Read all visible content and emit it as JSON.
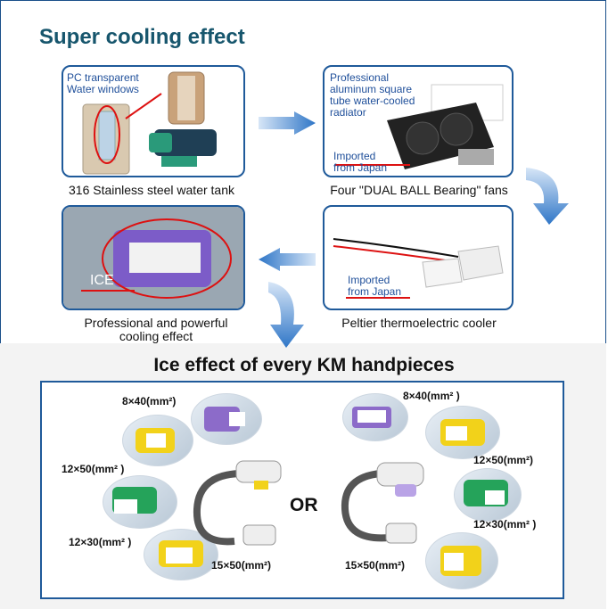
{
  "title": "Super cooling effect",
  "panels": {
    "tank": {
      "label_line1": "PC transparent",
      "label_line2": "Water windows",
      "caption": "316 Stainless steel water tank"
    },
    "fans": {
      "label_line1": "Professional",
      "label_line2": "aluminum square",
      "label_line3": "tube water-cooled",
      "label_line4": "radiator",
      "imported_line1": "Imported",
      "imported_line2": "from Japan",
      "caption": "Four \"DUAL BALL Bearing\" fans"
    },
    "ice": {
      "ice_label": "ICE",
      "caption_line1": "Professional and powerful",
      "caption_line2": "cooling effect"
    },
    "peltier": {
      "imported_line1": "Imported",
      "imported_line2": "from Japan",
      "caption": "Peltier thermoelectric cooler"
    }
  },
  "handpieces": {
    "title": "Ice effect of every KM handpieces",
    "or_label": "OR",
    "left": [
      "8×40(mm²)",
      "12×50(mm² )",
      "12×30(mm² )",
      "15×50(mm²)"
    ],
    "right": [
      "8×40(mm² )",
      "12×50(mm²)",
      "12×30(mm² )",
      "15×50(mm²)"
    ]
  },
  "colors": {
    "accent": "#1f5a9a",
    "title": "#17566d",
    "highlight": "#d11111"
  }
}
